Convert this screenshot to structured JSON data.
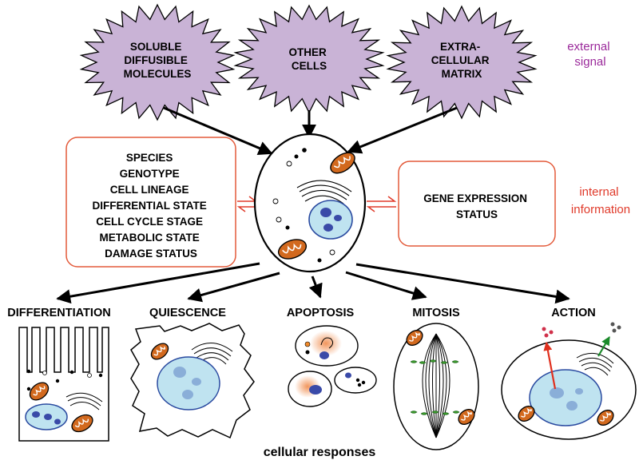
{
  "signals": {
    "soluble": [
      "SOLUBLE",
      "DIFFUSIBLE",
      "MOLECULES"
    ],
    "other_cells": [
      "OTHER",
      "CELLS"
    ],
    "ecm": [
      "EXTRA-",
      "CELLULAR",
      "MATRIX"
    ],
    "caption": [
      "external",
      "signal"
    ]
  },
  "internal": {
    "left_box": [
      "SPECIES",
      "GENOTYPE",
      "CELL LINEAGE",
      "DIFFERENTIAL STATE",
      "CELL CYCLE STAGE",
      "METABOLIC STATE",
      "DAMAGE STATUS"
    ],
    "right_box": [
      "GENE EXPRESSION",
      "STATUS"
    ],
    "caption": [
      "internal",
      "information"
    ]
  },
  "responses": {
    "labels": [
      "DIFFERENTIATION",
      "QUIESCENCE",
      "APOPTOSIS",
      "MITOSIS",
      "ACTION"
    ],
    "caption": "cellular responses"
  },
  "colors": {
    "star_fill": "#c9b3d6",
    "star_stroke": "#000000",
    "external_text": "#9b2a9b",
    "internal_text": "#e03a2a",
    "box_stroke": "#e35a3a",
    "nucleus_fill": "#bfe3f0",
    "nucleus_stroke": "#2a4aa0",
    "nucleolus": "#3a4aa8",
    "mito_fill": "#d2691e",
    "red_arrow": "#e0301e",
    "green_arrow": "#1a8a2a",
    "spindle_green": "#3a9a2a"
  }
}
